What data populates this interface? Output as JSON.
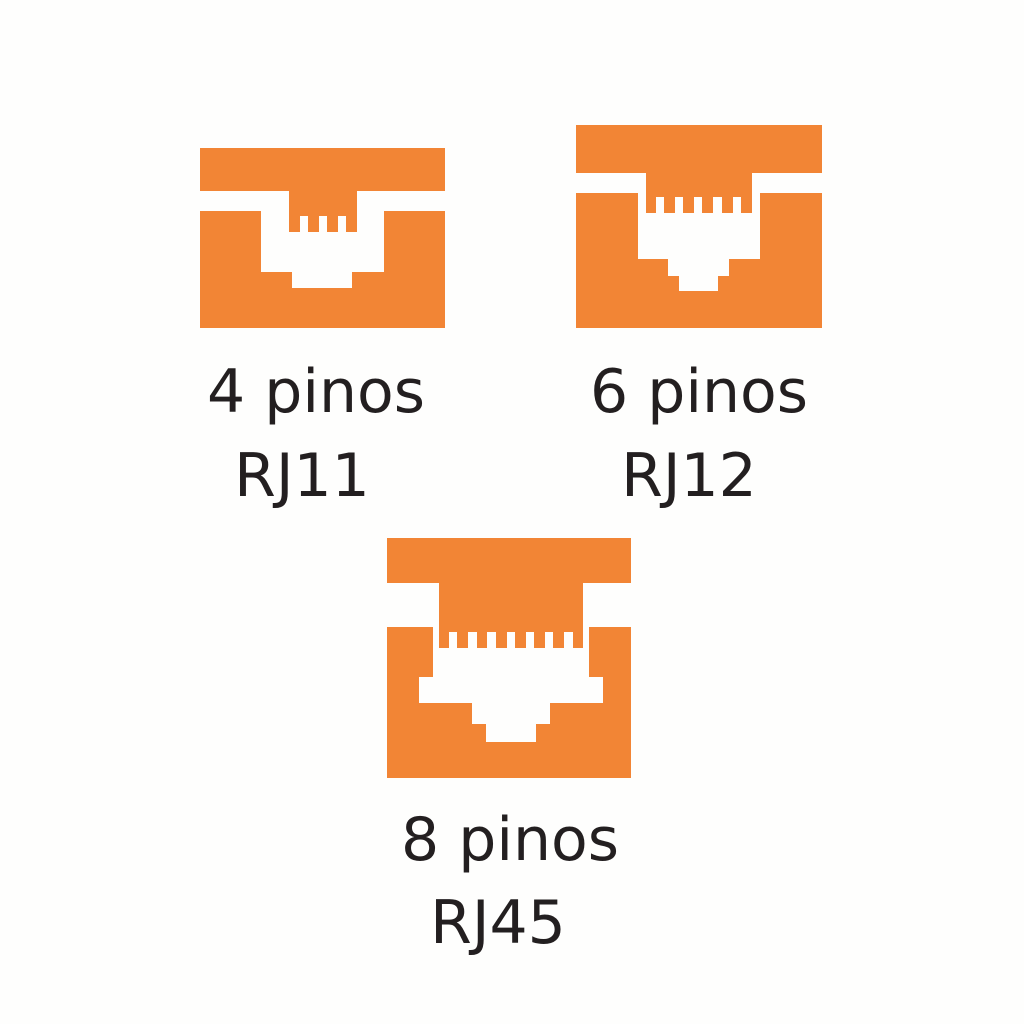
{
  "colors": {
    "accent": "#f28535",
    "text": "#231f20",
    "background": "#fefefd"
  },
  "connectors": [
    {
      "pins_label": "4 pinos",
      "type_label": "RJ11",
      "pin_count": 4
    },
    {
      "pins_label": "6 pinos",
      "type_label": "RJ12",
      "pin_count": 6
    },
    {
      "pins_label": "8 pinos",
      "type_label": "RJ45",
      "pin_count": 8
    }
  ]
}
